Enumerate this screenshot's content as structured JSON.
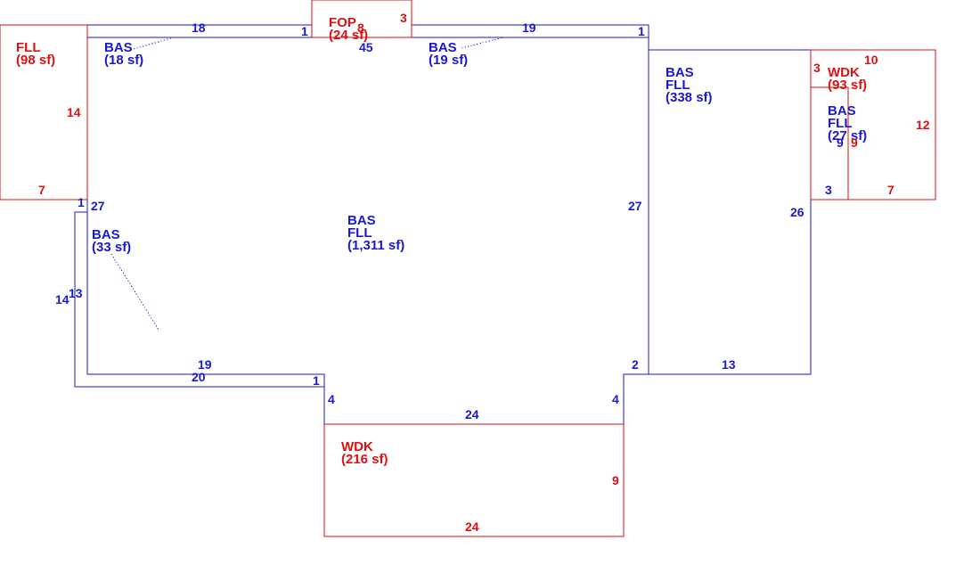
{
  "colors": {
    "living_area": "#1a1acc",
    "other_area": "#dd1111",
    "background": "#ffffff"
  },
  "areas": [
    {
      "code": "FLL",
      "size": "(98 sf)"
    },
    {
      "code": "BAS",
      "size": "(18 sf)"
    },
    {
      "code": "FOP",
      "size": "(24 sf)"
    },
    {
      "code": "BAS",
      "size": "(19 sf)"
    },
    {
      "code": "BAS\nFLL",
      "size": "(338 sf)"
    },
    {
      "code": "WDK",
      "size": "(93 sf)"
    },
    {
      "code": "BAS\nFLL",
      "size": "(27 sf)"
    },
    {
      "code": "BAS\nFLL",
      "size": "(1,311 sf)"
    },
    {
      "code": "BAS",
      "size": "(33 sf)"
    },
    {
      "code": "WDK",
      "size": "(216 sf)"
    }
  ],
  "dimensions": [
    "18",
    "1",
    "3",
    "8",
    "45",
    "19",
    "1",
    "14",
    "7",
    "1",
    "27",
    "13",
    "14",
    "19",
    "20",
    "1",
    "4",
    "24",
    "4",
    "2",
    "27",
    "13",
    "26",
    "3",
    "10",
    "3",
    "12",
    "9",
    "9",
    "7",
    "9",
    "24"
  ]
}
